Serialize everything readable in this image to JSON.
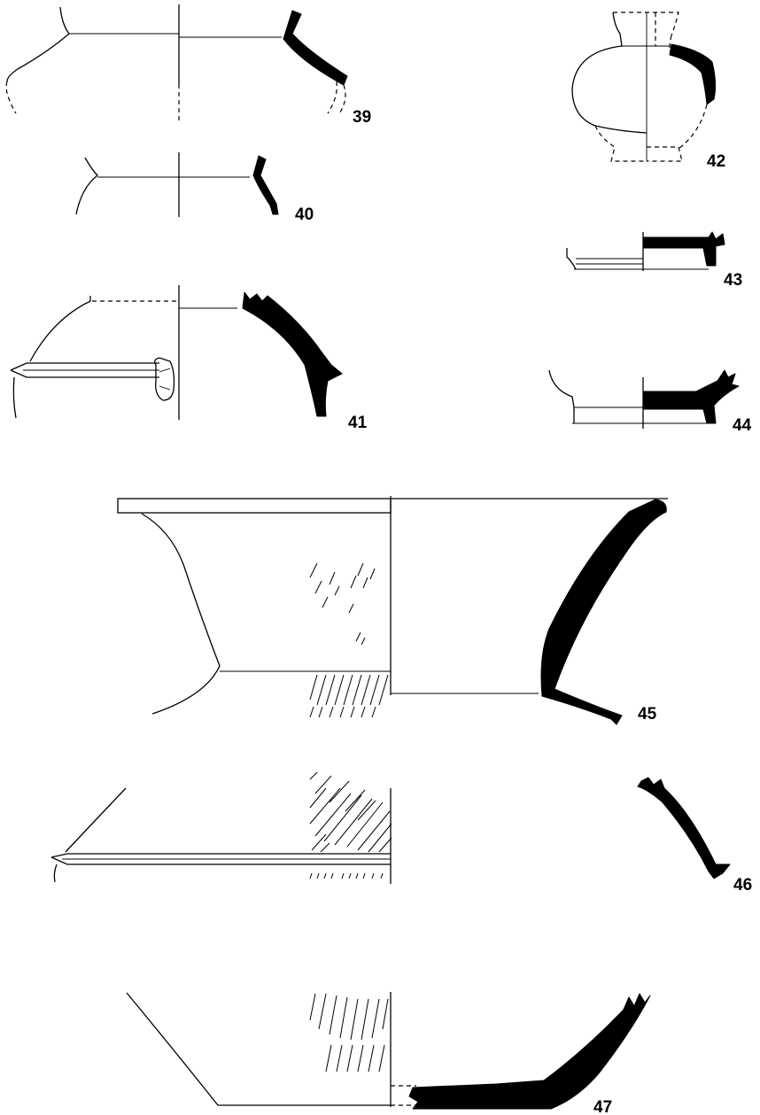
{
  "figure_labels": {
    "f39": "39",
    "f40": "40",
    "f41": "41",
    "f42": "42",
    "f43": "43",
    "f44": "44",
    "f45": "45",
    "f46": "46",
    "f47": "47"
  }
}
